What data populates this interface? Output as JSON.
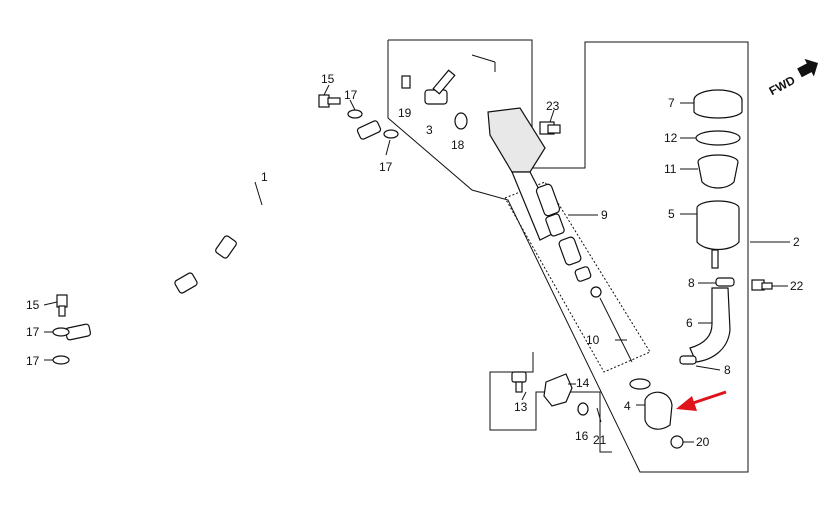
{
  "diagram": {
    "fwd_label": "FWD",
    "arrow_color": "#e0121b",
    "callouts": {
      "c1": "1",
      "c2": "2",
      "c3": "3",
      "c4": "4",
      "c5": "5",
      "c6": "6",
      "c7": "7",
      "c8a": "8",
      "c8b": "8",
      "c9": "9",
      "c10": "10",
      "c11": "11",
      "c12": "12",
      "c13": "13",
      "c14": "14",
      "c15a": "15",
      "c15b": "15",
      "c16": "16",
      "c17a": "17",
      "c17b": "17",
      "c17c": "17",
      "c17d": "17",
      "c18": "18",
      "c19": "19",
      "c20": "20",
      "c21": "21",
      "c22": "22",
      "c23": "23"
    }
  }
}
